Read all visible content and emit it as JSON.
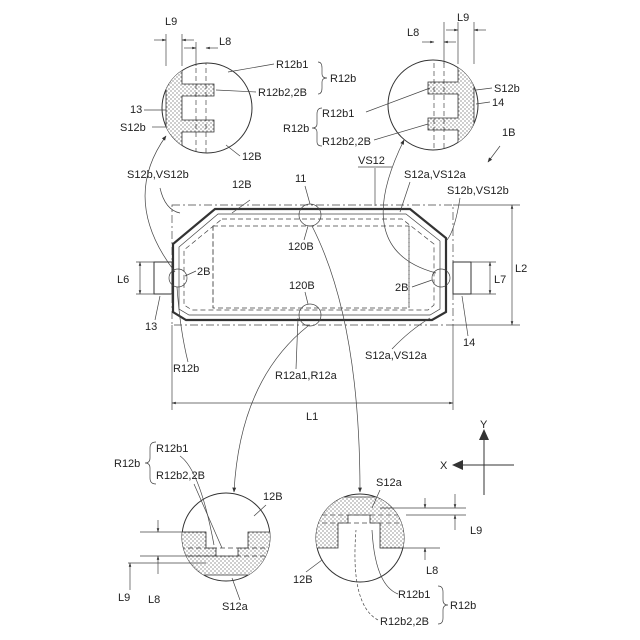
{
  "figure": {
    "ref_1B": "1B",
    "ref_VS12": "VS12",
    "ref_11": "11",
    "ref_12B_top": "12B",
    "ref_S12b_VS12b_left": "S12b,VS12b",
    "ref_S12a_VS12a_top": "S12a,VS12a",
    "ref_S12b_VS12b_right": "S12b,VS12b",
    "ref_120B_top": "120B",
    "ref_120B_bottom": "120B",
    "ref_2B_left": "2B",
    "ref_2B_right": "2B",
    "ref_L6": "L6",
    "ref_L7": "L7",
    "ref_L2": "L2",
    "ref_L1": "L1",
    "ref_13_main": "13",
    "ref_14_main": "14",
    "ref_R12b_main": "R12b",
    "ref_R12a1_R12a": "R12a1,R12a",
    "ref_S12a_VS12a_bottom": "S12a,VS12a",
    "axis_Y": "Y",
    "axis_X": "X"
  },
  "detail_top_left": {
    "L9": "L9",
    "L8": "L8",
    "R12b1": "R12b1",
    "R12b2_2B": "R12b2,2B",
    "R12b": "R12b",
    "ref_13": "13",
    "S12b": "S12b",
    "ref_12B": "12B"
  },
  "detail_top_right": {
    "L8": "L8",
    "L9": "L9",
    "S12b": "S12b",
    "ref_14": "14",
    "R12b1": "R12b1",
    "R12b": "R12b",
    "R12b2_2B": "R12b2,2B"
  },
  "detail_bottom_left": {
    "R12b": "R12b",
    "R12b1": "R12b1",
    "R12b2_2B": "R12b2,2B",
    "ref_12B": "12B",
    "L9": "L9",
    "L8": "L8",
    "S12a": "S12a"
  },
  "detail_bottom_right": {
    "S12a": "S12a",
    "L9": "L9",
    "L8": "L8",
    "ref_12B": "12B",
    "R12b1": "R12b1",
    "R12b": "R12b",
    "R12b2_2B": "R12b2,2B"
  }
}
